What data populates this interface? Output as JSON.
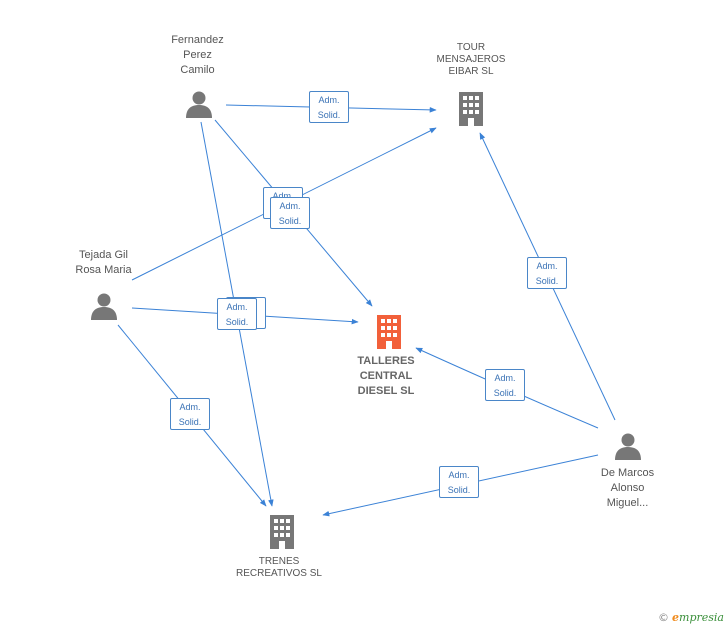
{
  "colors": {
    "edge": "#3b82d6",
    "person_icon": "#777777",
    "company_icon": "#777777",
    "focus_icon": "#f2603a",
    "label_border": "#4a86c8"
  },
  "nodes": {
    "fernandez": {
      "label": "Fernandez\nPerez\nCamilo",
      "icon": "person-icon"
    },
    "tejada": {
      "label": "Tejada Gil\nRosa Maria",
      "icon": "person-icon"
    },
    "demarcos": {
      "label": "De Marcos\nAlonso\nMiguel...",
      "icon": "person-icon"
    },
    "tour": {
      "label": "TOUR\nMENSAJEROS\nEIBAR SL",
      "icon": "building-icon"
    },
    "talleres": {
      "label": "TALLERES\nCENTRAL\nDIESEL SL",
      "icon": "building-icon"
    },
    "trenes": {
      "label": "TRENES\nRECREATIVOS SL",
      "icon": "building-icon"
    }
  },
  "edge_labels": {
    "line1": "Adm.",
    "line2": "Solid."
  },
  "edges": [
    {
      "from": "fernandez",
      "to": "tour",
      "label": "Adm. Solid."
    },
    {
      "from": "fernandez",
      "to": "talleres",
      "label": "Adm. Solid."
    },
    {
      "from": "fernandez",
      "to": "trenes",
      "label": "Adm. Solid."
    },
    {
      "from": "tejada",
      "to": "tour",
      "label": "Adm. Solid."
    },
    {
      "from": "tejada",
      "to": "talleres",
      "label": "Adm. Solid."
    },
    {
      "from": "tejada",
      "to": "trenes",
      "label": "Adm. Solid."
    },
    {
      "from": "demarcos",
      "to": "tour",
      "label": "Adm. Solid."
    },
    {
      "from": "demarcos",
      "to": "talleres",
      "label": "Adm. Solid."
    },
    {
      "from": "demarcos",
      "to": "trenes",
      "label": "Adm. Solid."
    }
  ],
  "footer": {
    "copyright": "©",
    "brand_first": "e",
    "brand_rest": "mpresia"
  }
}
